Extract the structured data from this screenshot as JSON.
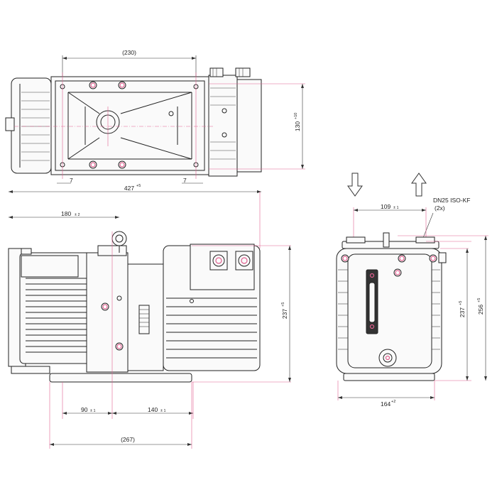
{
  "dimensions": {
    "top_width": "(230)",
    "top_height_value": "130",
    "top_height_tol": "+10",
    "offset_left": "7",
    "offset_right": "7",
    "overall_length_value": "427",
    "overall_length_tol": "+5",
    "flange_offset_value": "180",
    "flange_offset_tol": "± 2",
    "side_height_value": "237",
    "side_height_tol": "+5",
    "foot_left_value": "90",
    "foot_left_tol": "± 1",
    "foot_right_value": "140",
    "foot_right_tol": "± 1",
    "base_length": "(267)",
    "end_flange_spacing_value": "109",
    "end_flange_spacing_tol": "± 1",
    "end_height_value": "237",
    "end_height_tol": "+5",
    "end_total_height_value": "256",
    "end_total_height_tol": "+5",
    "end_width_value": "164",
    "end_width_tol": "+2"
  },
  "callout": {
    "line1": "DN25 ISO-KF",
    "line2": "(2x)"
  },
  "icons": [
    "arrow-down-icon",
    "arrow-up-icon"
  ]
}
